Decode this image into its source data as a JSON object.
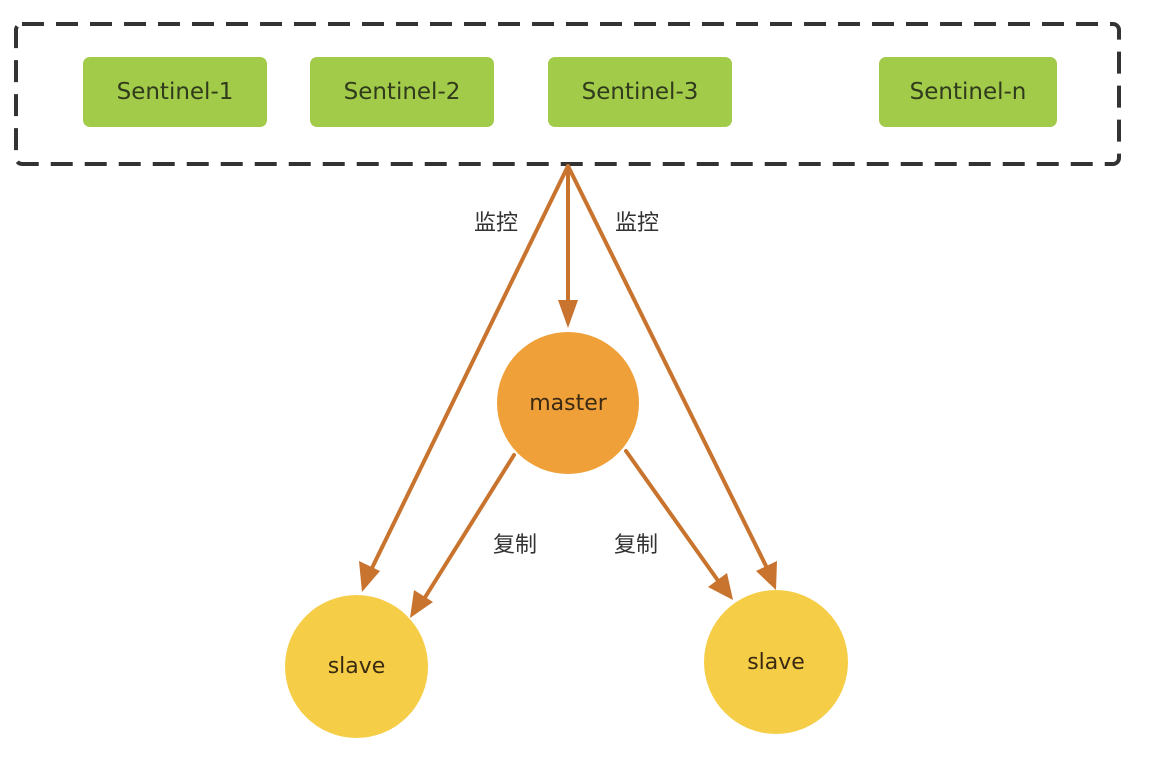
{
  "colors": {
    "sentinel_fill": "#a3cb4a",
    "master_fill": "#f0a039",
    "slave_fill": "#f5cd47",
    "arrow": "#c8742e",
    "cluster_border": "#333333"
  },
  "sentinels": [
    {
      "label": "Sentinel-1"
    },
    {
      "label": "Sentinel-2"
    },
    {
      "label": "Sentinel-3"
    },
    {
      "label": "Sentinel-n"
    }
  ],
  "nodes": {
    "master": "master",
    "slave_left": "slave",
    "slave_right": "slave"
  },
  "edge_labels": {
    "monitor_left": "监控",
    "monitor_right": "监控",
    "replicate_left": "复制",
    "replicate_right": "复制"
  }
}
